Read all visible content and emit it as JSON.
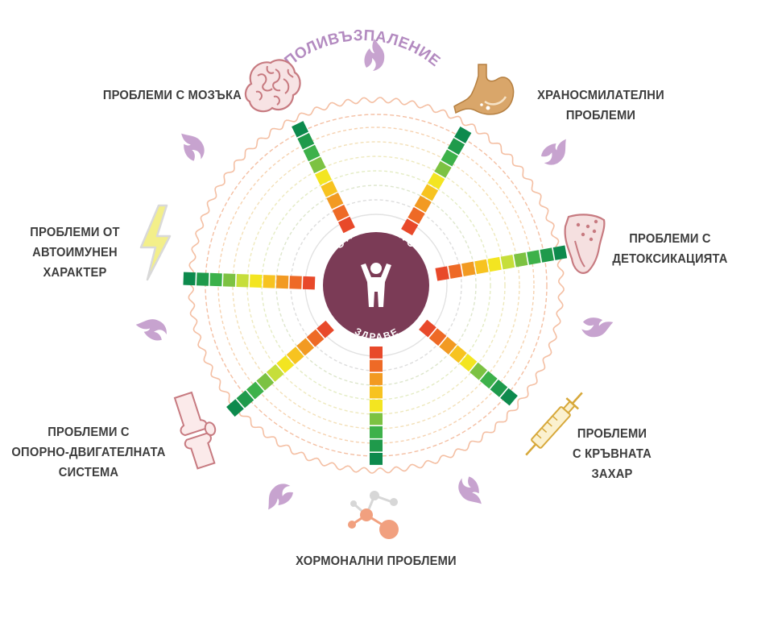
{
  "title": "ПОЛИВЪЗПАЛЕНИЕ",
  "center": {
    "top_text": "ОПТИМАЛНО",
    "bottom_text": "ЗДРАВЕ",
    "icon": "person-arms-up-icon",
    "color": "#7b3b56"
  },
  "colors": {
    "gauge": [
      "#e8492a",
      "#ee6a26",
      "#f29a22",
      "#f7c320",
      "#f3e521",
      "#c6de3a",
      "#7cc242",
      "#3db14a",
      "#1f9a4b",
      "#0d8a4d"
    ],
    "rings": [
      "#f4bfa3",
      "#f6d9b8",
      "#eee7bd",
      "#dfeac4",
      "#dddddd"
    ],
    "flame": "#c7a3cf"
  },
  "categories": [
    {
      "id": "brain",
      "lines": [
        "ПРОБЛЕМИ С МОЗЪКА"
      ],
      "icon": "brain-icon"
    },
    {
      "id": "digestive",
      "lines": [
        "ХРАНОСМИЛАТЕЛНИ",
        "ПРОБЛЕМИ"
      ],
      "icon": "stomach-icon"
    },
    {
      "id": "detox",
      "lines": [
        "ПРОБЛЕМИ С",
        "ДЕТОКСИКАЦИЯТА"
      ],
      "icon": "liver-icon"
    },
    {
      "id": "blood-sugar",
      "lines": [
        "ПРОБЛЕМИ",
        "С КРЪВНАТА",
        "ЗАХАР"
      ],
      "icon": "syringe-icon"
    },
    {
      "id": "hormonal",
      "lines": [
        "ХОРМОНАЛНИ ПРОБЛЕМИ"
      ],
      "icon": "molecule-icon"
    },
    {
      "id": "musculoskeletal",
      "lines": [
        "ПРОБЛЕМИ С",
        "ОПОРНО-ДВИГАТЕЛНАТА",
        "СИСТЕМА"
      ],
      "icon": "knee-joint-icon"
    },
    {
      "id": "autoimmune",
      "lines": [
        "ПРОБЛЕМИ ОТ",
        "АВТОИМУНЕН",
        "ХАРАКТЕР"
      ],
      "icon": "lightning-icon"
    }
  ]
}
